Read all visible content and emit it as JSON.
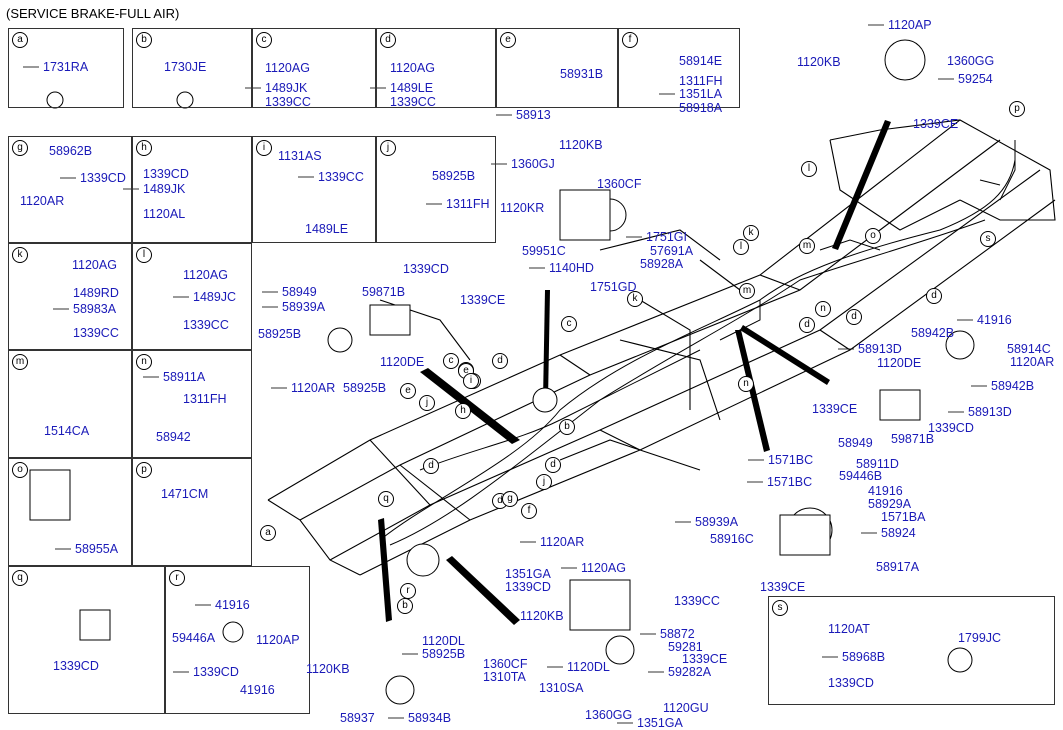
{
  "title": "(SERVICE BRAKE-FULL AIR)",
  "colors": {
    "part_label": "#1a1ab8",
    "line": "#000000"
  },
  "cells": [
    "a",
    "b",
    "c",
    "d",
    "e",
    "f",
    "g",
    "h",
    "i",
    "j",
    "k",
    "l",
    "m",
    "n",
    "o",
    "p",
    "q",
    "r",
    "s"
  ],
  "callouts": [
    "a",
    "b",
    "c",
    "d",
    "e",
    "g",
    "h",
    "j",
    "k",
    "l",
    "m",
    "n",
    "o",
    "p",
    "q",
    "r",
    "s",
    "k",
    "l",
    "m",
    "n",
    "d",
    "d",
    "d",
    "d",
    "j",
    "g",
    "f",
    "c",
    "b",
    "d",
    "e",
    "h",
    "i",
    "d"
  ],
  "parts": [
    "1731RA",
    "1730JE",
    "1120AG",
    "1489JK",
    "1339CC",
    "1120AG",
    "1489LE",
    "1339CC",
    "58931B",
    "58913",
    "58914E",
    "1311FH",
    "1351LA",
    "58918A",
    "58962B",
    "1339CD",
    "1120AR",
    "1339CD",
    "1489JK",
    "1120AL",
    "1131AS",
    "1339CC",
    "1489LE",
    "58925B",
    "1311FH",
    "1120AG",
    "1489RD",
    "58983A",
    "1339CC",
    "1120AG",
    "1489JC",
    "1339CC",
    "1514CA",
    "58911A",
    "1311FH",
    "58942",
    "58955A",
    "1471CM",
    "1339CD",
    "41916",
    "59446A",
    "1120AP",
    "1339CD",
    "41916",
    "1120AT",
    "58968B",
    "1339CD",
    "1799JC",
    "1120AP",
    "1120KB",
    "1360GG",
    "59254",
    "1339CE",
    "1120KB",
    "1360GJ",
    "1360CF",
    "1120KR",
    "1751GI",
    "57691A",
    "59951C",
    "1140HD",
    "58928A",
    "1751GD",
    "58949",
    "59871B",
    "1339CD",
    "58939A",
    "1339CE",
    "58925B",
    "1120AR",
    "58925B",
    "1120DE",
    "41916",
    "58942B",
    "58914C",
    "58913D",
    "1120DE",
    "1120AR",
    "58942B",
    "1339CE",
    "1339CD",
    "58913D",
    "59871B",
    "58949",
    "1571BC",
    "58911D",
    "59446B",
    "1571BC",
    "41916",
    "58929A",
    "58939A",
    "1571BA",
    "58916C",
    "58924",
    "1339CE",
    "58917A",
    "1120AR",
    "1351GA",
    "1339CD",
    "1120AG",
    "1339CC",
    "1120KB",
    "58872",
    "59281",
    "1339CE",
    "59282A",
    "1360CF",
    "1310TA",
    "1120DL",
    "1310SA",
    "1360GG",
    "1351GA",
    "1120GU",
    "1120DL",
    "58925B",
    "1120KB",
    "58937",
    "58934B"
  ]
}
